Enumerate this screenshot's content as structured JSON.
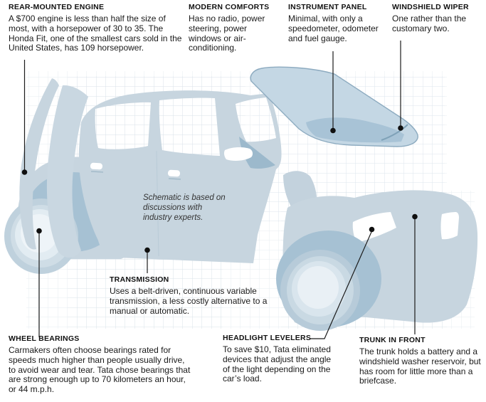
{
  "figure": {
    "note": "Schematic is based on discussions with industry experts.",
    "colors": {
      "background": "#ffffff",
      "grid_line": "#c9d7e1",
      "car_body": "#c7d5df",
      "car_body_alt": "#c3d2dd",
      "wheel_arch_shadow": "#a6c1d3",
      "glass": "#c4d7e4",
      "glass_outline": "#8dabc0",
      "dashboard": "#a8c3d6",
      "wheel_hub": "#eef4f8",
      "leader_line": "#1b1b1b",
      "text": "#1a1a1a"
    }
  },
  "callouts": {
    "rear_engine": {
      "title": "REAR-MOUNTED ENGINE",
      "body": "A $700 engine is less than half the size of most, with a horsepower of 30 to 35. The Honda Fit, one of the smallest cars sold in the United States, has 109 horsepower."
    },
    "modern_comforts": {
      "title": "MODERN COMFORTS",
      "body": "Has no radio, power steering, power windows or air-conditioning."
    },
    "instrument_panel": {
      "title": "INSTRUMENT PANEL",
      "body": "Minimal, with only a speedometer, odometer and fuel gauge."
    },
    "windshield_wiper": {
      "title": "WINDSHIELD WIPER",
      "body": "One rather than the customary two."
    },
    "transmission": {
      "title": "TRANSMISSION",
      "body": "Uses a belt-driven, continuous variable transmission, a less costly alternative to a manual or automatic."
    },
    "wheel_bearings": {
      "title": "WHEEL BEARINGS",
      "body": "Carmakers often choose bearings rated for speeds much higher than people usually drive, to avoid wear and tear. Tata chose bearings that are strong enough up to 70 kilometers an hour, or 44 m.p.h."
    },
    "headlight_levelers": {
      "title": "HEADLIGHT LEVELERS",
      "body": "To save $10, Tata eliminated devices that adjust the angle of the light depending on the car’s load."
    },
    "trunk_in_front": {
      "title": "TRUNK IN FRONT",
      "body": "The trunk holds a battery and a windshield washer reservoir, but has room for little more than a briefcase."
    }
  }
}
